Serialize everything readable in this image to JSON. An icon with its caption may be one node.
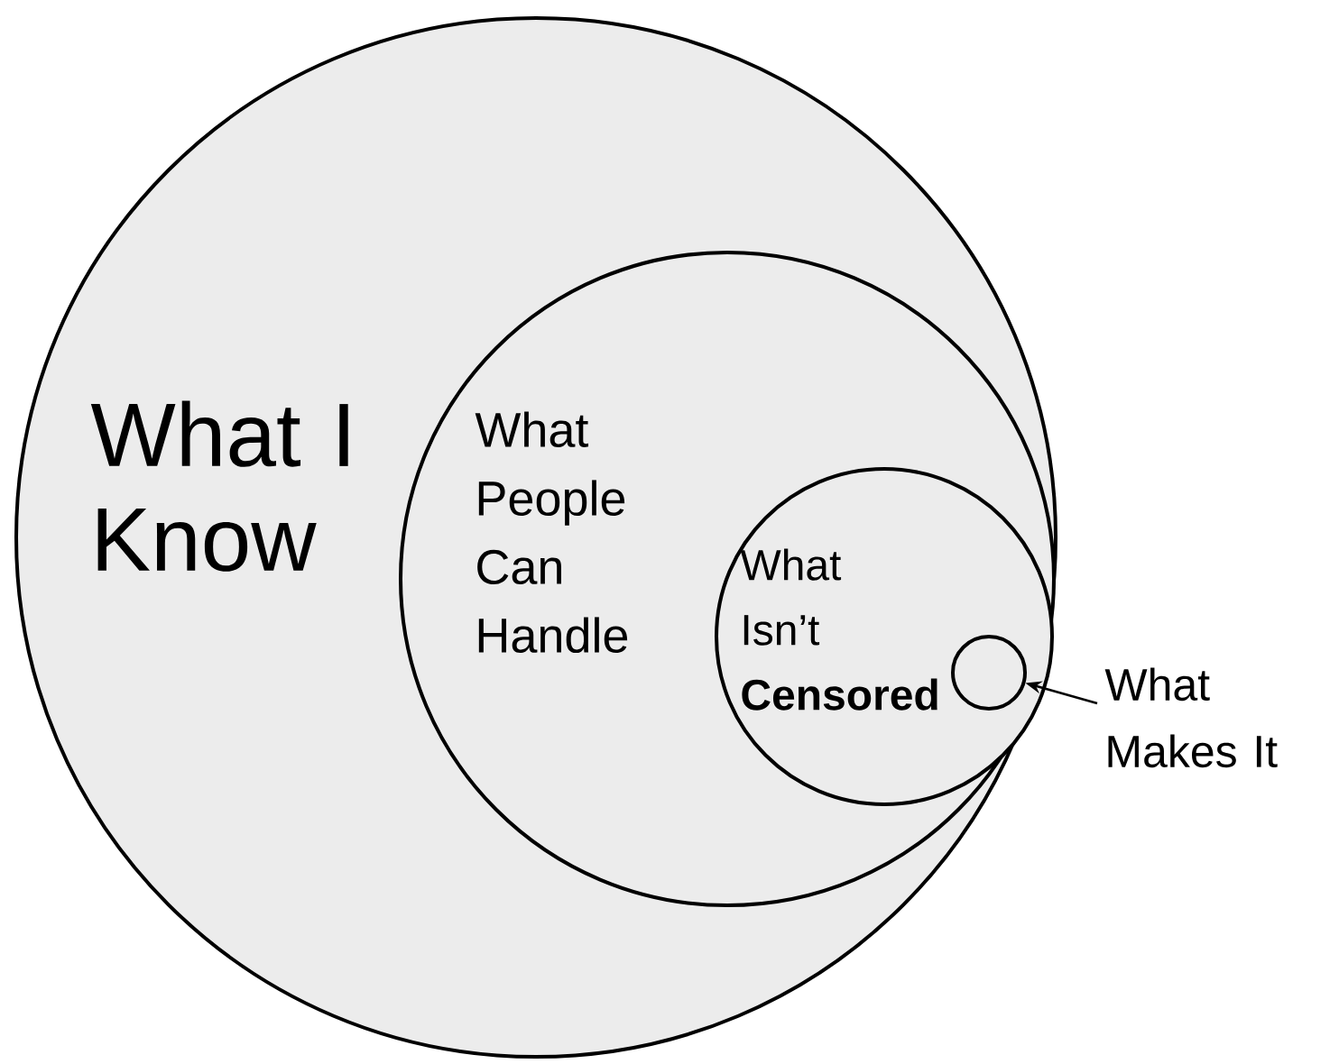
{
  "diagram": {
    "nodes": [
      {
        "text": [
          "What I Know"
        ]
      },
      {
        "text": [
          "What People Can Handle"
        ],
        "in": 0
      },
      {
        "text": [
          "What Isn’t **Censored**"
        ],
        "in": 1
      },
      {
        "text": [],
        "shape": "circle",
        "in": 2
      },
      {
        "text": [
          "What Makes It"
        ]
      }
    ],
    "edges": [
      {
        "from": 4,
        "to": 3,
        "arrow": "to"
      }
    ]
  }
}
